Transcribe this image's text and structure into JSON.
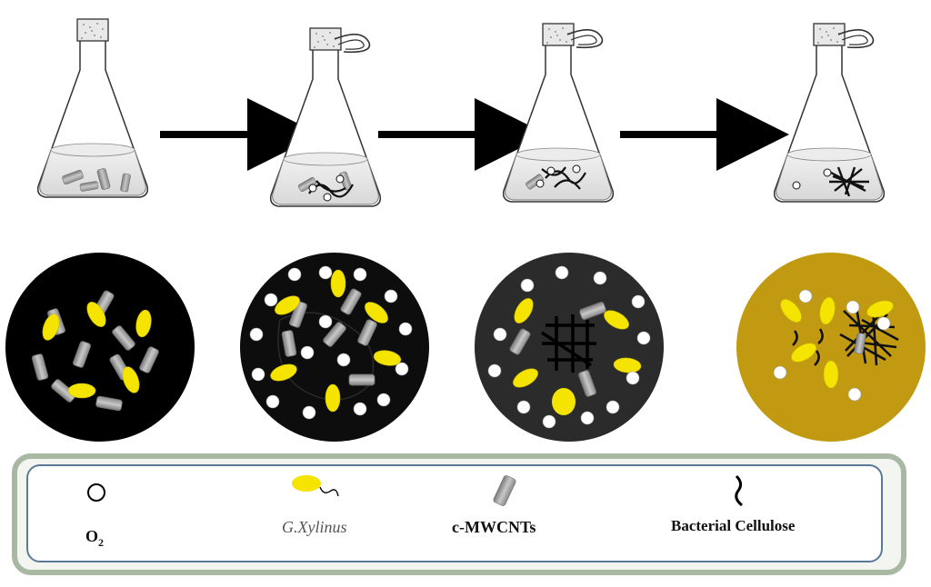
{
  "legend": {
    "oxygen_main": "O",
    "oxygen_sub": "2",
    "bacteria": "G.Xylinus",
    "nanotubes": "c-MWCNTs",
    "cellulose": "Bacterial Cellulose"
  },
  "colors": {
    "bacteria": "#f5e400",
    "nanotube": "#9a9a9a",
    "oxygen": "#ffffff",
    "cellulose": "#111111",
    "panel_bg_1": "#000000",
    "panel_bg_2": "#0d0d0d",
    "panel_bg_3": "#2b2b2b",
    "panel_bg_4": "#c29a12",
    "legend_border": "#8fa08a",
    "legend_inner_border": "#5b7a99"
  },
  "icons": [
    "flask-icon",
    "arrow-right-icon",
    "stirrer-icon",
    "oxygen-bubble-icon",
    "bacterium-icon",
    "nanotube-icon",
    "cellulose-fiber-icon"
  ]
}
